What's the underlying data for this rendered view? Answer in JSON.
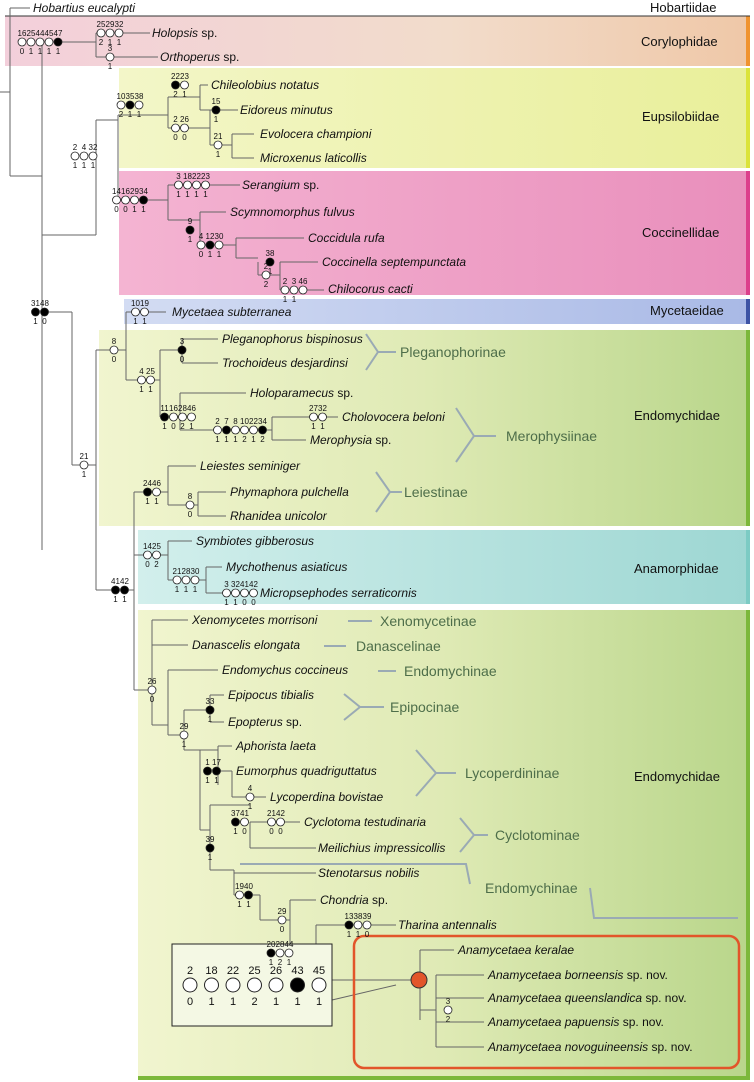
{
  "families": {
    "hobartiidae": "Hobartiidae",
    "corylophidae": "Corylophidae",
    "eupsilobiidae": "Eupsilobiidae",
    "coccinellidae": "Coccinellidae",
    "mycetaeidae": "Mycetaeidae",
    "endomychidae_top": "Endomychidae",
    "anamorphidae": "Anamorphidae",
    "endomychidae_bottom": "Endomychidae"
  },
  "subfamilies": {
    "pleganophorinae": "Pleganophorinae",
    "merophysiinae": "Merophysiinae",
    "leiestinae": "Leiestinae",
    "xenomycetinae": "Xenomycetinae",
    "danascelinae": "Danascelinae",
    "endomychinae_a": "Endomychinae",
    "epipocinae": "Epipocinae",
    "lycoperdininae": "Lycoperdininae",
    "cyclotominae": "Cyclotominae",
    "endomychinae_b": "Endomychinae"
  },
  "taxa": [
    {
      "name": "Hobartius eucalypti",
      "suffix": ""
    },
    {
      "name": "Holopsis",
      "suffix": " sp."
    },
    {
      "name": "Orthoperus",
      "suffix": " sp."
    },
    {
      "name": "Chileolobius notatus",
      "suffix": ""
    },
    {
      "name": "Eidoreus minutus",
      "suffix": ""
    },
    {
      "name": "Evolocera championi",
      "suffix": ""
    },
    {
      "name": "Microxenus laticollis",
      "suffix": ""
    },
    {
      "name": "Serangium",
      "suffix": " sp."
    },
    {
      "name": "Scymnomorphus fulvus",
      "suffix": ""
    },
    {
      "name": "Coccidula rufa",
      "suffix": ""
    },
    {
      "name": "Coccinella septempunctata",
      "suffix": ""
    },
    {
      "name": "Chilocorus cacti",
      "suffix": ""
    },
    {
      "name": "Mycetaea subterranea",
      "suffix": ""
    },
    {
      "name": "Pleganophorus bispinosus",
      "suffix": ""
    },
    {
      "name": "Trochoideus desjardinsi",
      "suffix": ""
    },
    {
      "name": "Holoparamecus",
      "suffix": " sp."
    },
    {
      "name": "Cholovocera beloni",
      "suffix": ""
    },
    {
      "name": "Merophysia",
      "suffix": " sp."
    },
    {
      "name": "Leiestes seminiger",
      "suffix": ""
    },
    {
      "name": "Phymaphora pulchella",
      "suffix": ""
    },
    {
      "name": "Rhanidea unicolor",
      "suffix": ""
    },
    {
      "name": "Symbiotes gibberosus",
      "suffix": ""
    },
    {
      "name": "Mychothenus asiaticus",
      "suffix": ""
    },
    {
      "name": "Micropsephodes serraticornis",
      "suffix": ""
    },
    {
      "name": "Xenomycetes morrisoni",
      "suffix": ""
    },
    {
      "name": "Danascelis elongata",
      "suffix": ""
    },
    {
      "name": "Endomychus coccineus",
      "suffix": ""
    },
    {
      "name": "Epipocus tibialis",
      "suffix": ""
    },
    {
      "name": "Epopterus",
      "suffix": " sp."
    },
    {
      "name": "Aphorista laeta",
      "suffix": ""
    },
    {
      "name": "Eumorphus quadriguttatus",
      "suffix": ""
    },
    {
      "name": "Lycoperdina bovistae",
      "suffix": ""
    },
    {
      "name": "Cyclotoma testudinaria",
      "suffix": ""
    },
    {
      "name": "Meilichius impressicollis",
      "suffix": ""
    },
    {
      "name": "Stenotarsus nobilis",
      "suffix": ""
    },
    {
      "name": "Chondria",
      "suffix": " sp."
    },
    {
      "name": "Tharina antennalis",
      "suffix": ""
    },
    {
      "name": "Anamycetaea keralae",
      "suffix": ""
    },
    {
      "name": "Anamycetaea borneensis",
      "suffix": " sp. nov."
    },
    {
      "name": "Anamycetaea queenslandica",
      "suffix": " sp. nov."
    },
    {
      "name": "Anamycetaea papuensis",
      "suffix": " sp. nov."
    },
    {
      "name": "Anamycetaea novoguineensis",
      "suffix": " sp. nov."
    }
  ],
  "characters": [
    {
      "chars": [
        "16",
        "25",
        "44",
        "45",
        "47"
      ],
      "states": [
        "0",
        "1",
        "1",
        "1",
        "1"
      ],
      "filled": [
        false,
        false,
        false,
        false,
        true
      ]
    },
    {
      "chars": [
        "25",
        "29",
        "32"
      ],
      "states": [
        "2",
        "1",
        "1"
      ],
      "filled": [
        false,
        false,
        false
      ]
    },
    {
      "chars": [
        "3"
      ],
      "states": [
        "1"
      ],
      "filled": [
        false
      ]
    },
    {
      "chars": [
        "22",
        "23"
      ],
      "states": [
        "2",
        "1"
      ],
      "filled": [
        true,
        false
      ]
    },
    {
      "chars": [
        "10",
        "35",
        "38"
      ],
      "states": [
        "2",
        "1",
        "1"
      ],
      "filled": [
        false,
        true,
        false
      ]
    },
    {
      "chars": [
        "15"
      ],
      "states": [
        "1"
      ],
      "filled": [
        true
      ]
    },
    {
      "chars": [
        "2",
        "26"
      ],
      "states": [
        "0",
        "0"
      ],
      "filled": [
        false,
        false
      ]
    },
    {
      "chars": [
        "21"
      ],
      "states": [
        "1"
      ],
      "filled": [
        false
      ]
    },
    {
      "chars": [
        "2",
        "4",
        "32"
      ],
      "states": [
        "1",
        "1",
        "1"
      ],
      "filled": [
        false,
        false,
        false
      ]
    },
    {
      "chars": [
        "3",
        "18",
        "22",
        "23"
      ],
      "states": [
        "1",
        "1",
        "1",
        "1"
      ],
      "filled": [
        false,
        false,
        false,
        false
      ]
    },
    {
      "chars": [
        "14",
        "16",
        "29",
        "34"
      ],
      "states": [
        "0",
        "0",
        "1",
        "1"
      ],
      "filled": [
        false,
        false,
        false,
        true
      ]
    },
    {
      "chars": [
        "9"
      ],
      "states": [
        "1"
      ],
      "filled": [
        true
      ]
    },
    {
      "chars": [
        "4",
        "12",
        "30"
      ],
      "states": [
        "0",
        "1",
        "1"
      ],
      "filled": [
        false,
        true,
        false
      ]
    },
    {
      "chars": [
        "38"
      ],
      "states": [
        "1"
      ],
      "filled": [
        true
      ]
    },
    {
      "chars": [
        "2"
      ],
      "states": [
        "2"
      ],
      "filled": [
        false
      ]
    },
    {
      "chars": [
        "2",
        "3",
        "46"
      ],
      "states": [
        "1",
        "1",
        ""
      ],
      "filled": [
        false,
        false,
        false
      ]
    },
    {
      "chars": [
        "31",
        "48"
      ],
      "states": [
        "1",
        "0"
      ],
      "filled": [
        true,
        true
      ]
    },
    {
      "chars": [
        "10",
        "19"
      ],
      "states": [
        "1",
        "1"
      ],
      "filled": [
        false,
        false
      ]
    },
    {
      "chars": [
        "8"
      ],
      "states": [
        "0"
      ],
      "filled": [
        false
      ]
    },
    {
      "chars": [
        "3"
      ],
      "states": [
        "0"
      ],
      "filled": [
        true
      ]
    },
    {
      "chars": [
        "4",
        "25"
      ],
      "states": [
        "1",
        "1"
      ],
      "filled": [
        false,
        false
      ]
    },
    {
      "chars": [
        "11",
        "16",
        "28",
        "46"
      ],
      "states": [
        "1",
        "0",
        "2",
        "1"
      ],
      "filled": [
        true,
        false,
        false,
        false
      ]
    },
    {
      "chars": [
        "2",
        "7",
        "8",
        "10",
        "22",
        "34"
      ],
      "states": [
        "1",
        "1",
        "1",
        "2",
        "1",
        "2"
      ],
      "filled": [
        false,
        true,
        false,
        false,
        false,
        true
      ]
    },
    {
      "chars": [
        "27",
        "32"
      ],
      "states": [
        "1",
        "1"
      ],
      "filled": [
        false,
        false
      ]
    },
    {
      "chars": [
        "21"
      ],
      "states": [
        "1"
      ],
      "filled": [
        false
      ]
    },
    {
      "chars": [
        "24",
        "46"
      ],
      "states": [
        "1",
        "1"
      ],
      "filled": [
        true,
        false
      ]
    },
    {
      "chars": [
        "8"
      ],
      "states": [
        "0"
      ],
      "filled": [
        false
      ]
    },
    {
      "chars": [
        "14",
        "25"
      ],
      "states": [
        "0",
        "2"
      ],
      "filled": [
        false,
        false
      ]
    },
    {
      "chars": [
        "21",
        "28",
        "30"
      ],
      "states": [
        "1",
        "1",
        "1"
      ],
      "filled": [
        false,
        false,
        false
      ]
    },
    {
      "chars": [
        "3",
        "32",
        "41",
        "42"
      ],
      "states": [
        "1",
        "1",
        "0",
        "0"
      ],
      "filled": [
        false,
        false,
        false,
        false
      ]
    },
    {
      "chars": [
        "41",
        "42"
      ],
      "states": [
        "1",
        "1"
      ],
      "filled": [
        true,
        true
      ]
    },
    {
      "chars": [
        "26"
      ],
      "states": [
        "0"
      ],
      "filled": [
        false
      ]
    },
    {
      "chars": [
        "33"
      ],
      "states": [
        "1"
      ],
      "filled": [
        true
      ]
    },
    {
      "chars": [
        "29"
      ],
      "states": [
        "1"
      ],
      "filled": [
        false
      ]
    },
    {
      "chars": [
        "1",
        "17"
      ],
      "states": [
        "1",
        "1"
      ],
      "filled": [
        true,
        true
      ]
    },
    {
      "chars": [
        "4"
      ],
      "states": [
        "1"
      ],
      "filled": [
        false
      ]
    },
    {
      "chars": [
        "37",
        "41"
      ],
      "states": [
        "1",
        "0"
      ],
      "filled": [
        true,
        false
      ]
    },
    {
      "chars": [
        "21",
        "42"
      ],
      "states": [
        "0",
        "0"
      ],
      "filled": [
        false,
        false
      ]
    },
    {
      "chars": [
        "39"
      ],
      "states": [
        "1"
      ],
      "filled": [
        true
      ]
    },
    {
      "chars": [
        "19",
        "40"
      ],
      "states": [
        "1",
        "1"
      ],
      "filled": [
        false,
        true
      ]
    },
    {
      "chars": [
        "29"
      ],
      "states": [
        "0"
      ],
      "filled": [
        false
      ]
    },
    {
      "chars": [
        "13",
        "38",
        "39"
      ],
      "states": [
        "1",
        "1",
        "0"
      ],
      "filled": [
        true,
        false,
        false
      ]
    },
    {
      "chars": [
        "20",
        "28",
        "44"
      ],
      "states": [
        "1",
        "2",
        "1"
      ],
      "filled": [
        true,
        false,
        false
      ]
    },
    {
      "chars": [
        "3"
      ],
      "states": [
        "2"
      ],
      "filled": [
        false
      ]
    }
  ],
  "legend": {
    "chars": [
      "2",
      "18",
      "22",
      "25",
      "26",
      "43",
      "45"
    ],
    "states": [
      "0",
      "1",
      "1",
      "2",
      "1",
      "1",
      "1"
    ],
    "filled": [
      false,
      false,
      false,
      false,
      false,
      true,
      false
    ]
  },
  "colors": {
    "corylophidae": "#f0c9d4",
    "eupsilobiidae": "#eef3a8",
    "coccinellidae": "#ef9cc4",
    "mycetaeidae": "#b9c7eb",
    "endomychidae": "#dcebb0",
    "anamorphidae": "#aedfdc",
    "highlight": "#e2552a",
    "tree": "#666666"
  }
}
